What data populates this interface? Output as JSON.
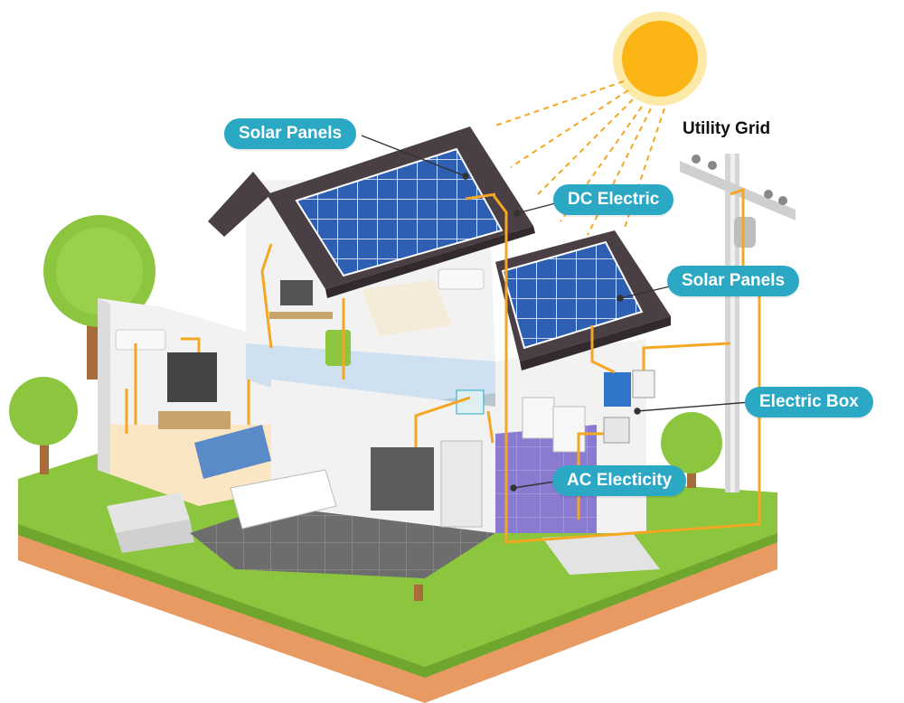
{
  "labels": {
    "solar_panels_main": "Solar Panels",
    "dc_electric": "DC Electric",
    "solar_panels_secondary": "Solar Panels",
    "electric_box": "Electric Box",
    "ac_electricity": "AC Electicity",
    "utility_grid": "Utility Grid"
  },
  "colors": {
    "callout": "#2aa8c4",
    "wire": "#f5a623",
    "sun": "#fbb515",
    "panel": "#2f5fb3",
    "roof": "#4a3f44",
    "grass": "#8cc63f",
    "soil": "#e79b62"
  },
  "icons": [
    "sun-icon",
    "tree-icon",
    "utility-pole-icon",
    "solar-panel-icon",
    "inverter-icon",
    "meter-icon"
  ]
}
